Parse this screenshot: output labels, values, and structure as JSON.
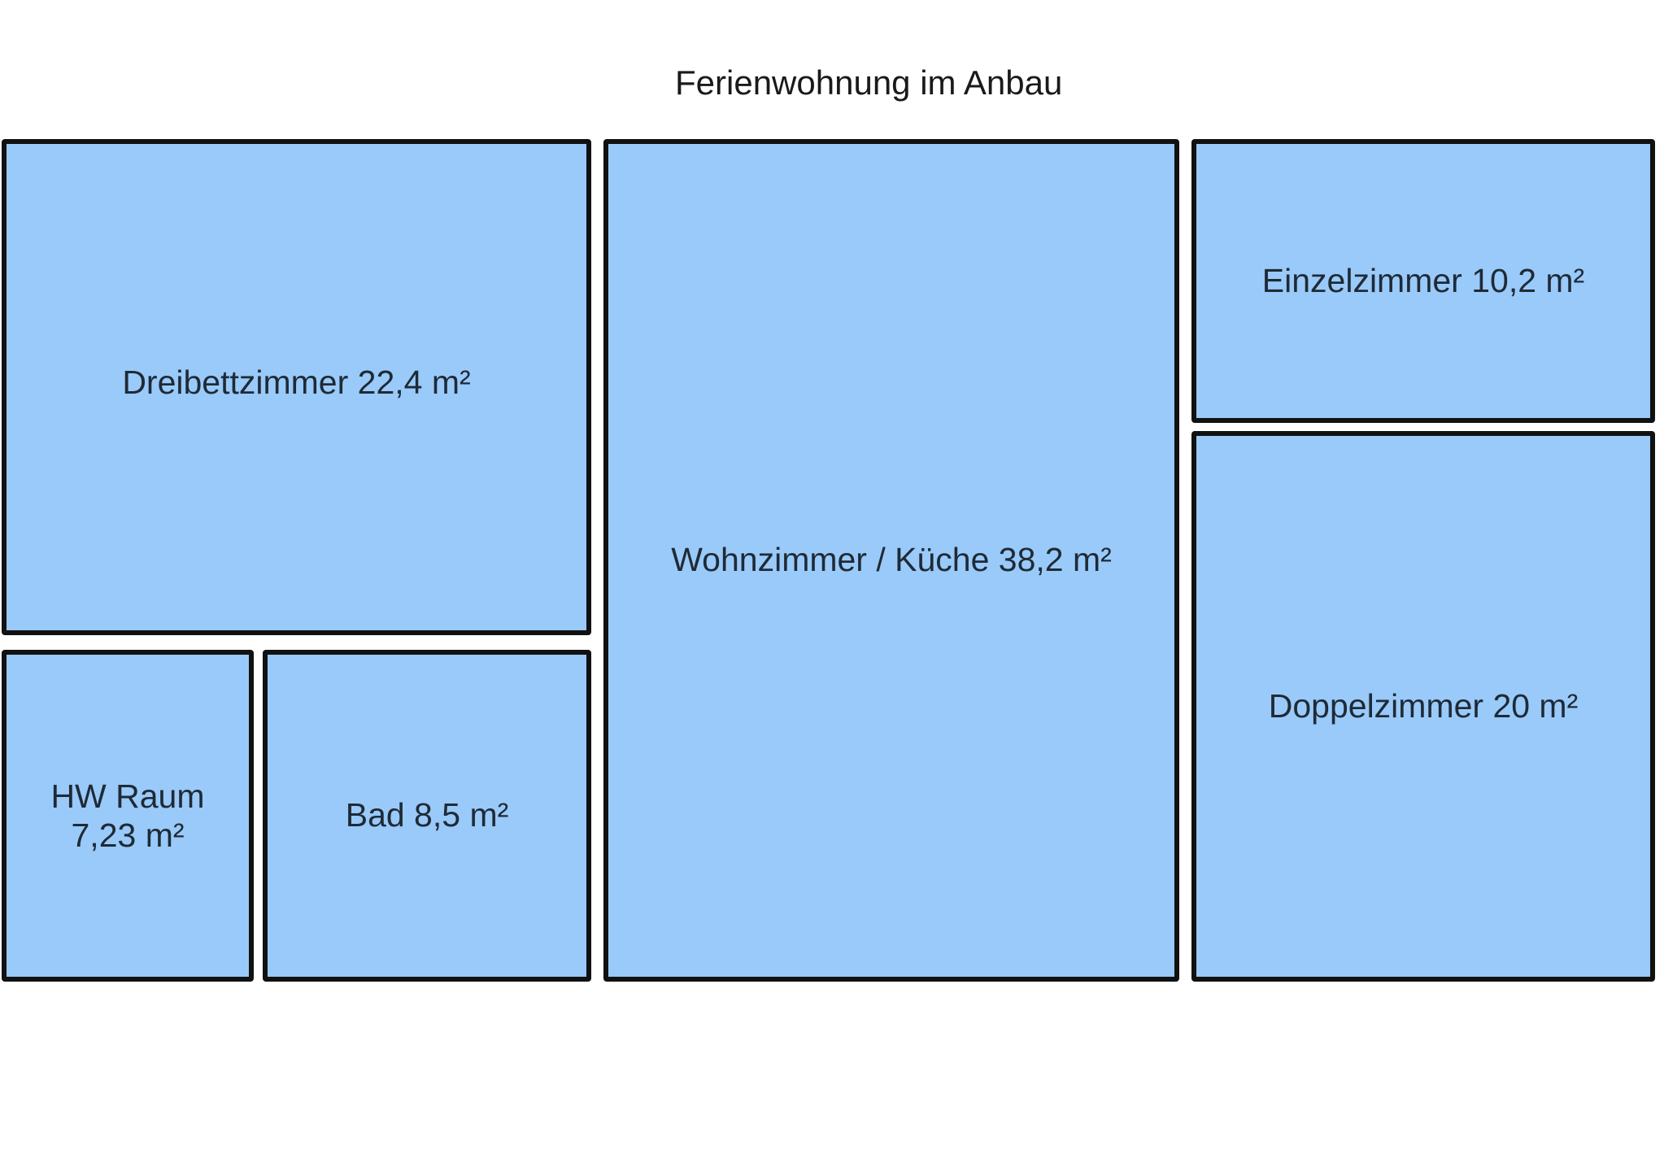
{
  "title": "Ferienwohnung im Anbau",
  "rooms": {
    "dreibettzimmer": "Dreibettzimmer 22,4 m²",
    "hw_raum": "HW Raum 7,23 m²",
    "bad": "Bad 8,5 m²",
    "wohnzimmer_kueche": "Wohnzimmer / Küche 38,2 m²",
    "einzelzimmer": "Einzelzimmer 10,2 m²",
    "doppelzimmer": "Doppelzimmer 20 m²"
  },
  "colors": {
    "room_fill": "#99caf9",
    "wall": "#111111",
    "label": "#1f2a36"
  }
}
